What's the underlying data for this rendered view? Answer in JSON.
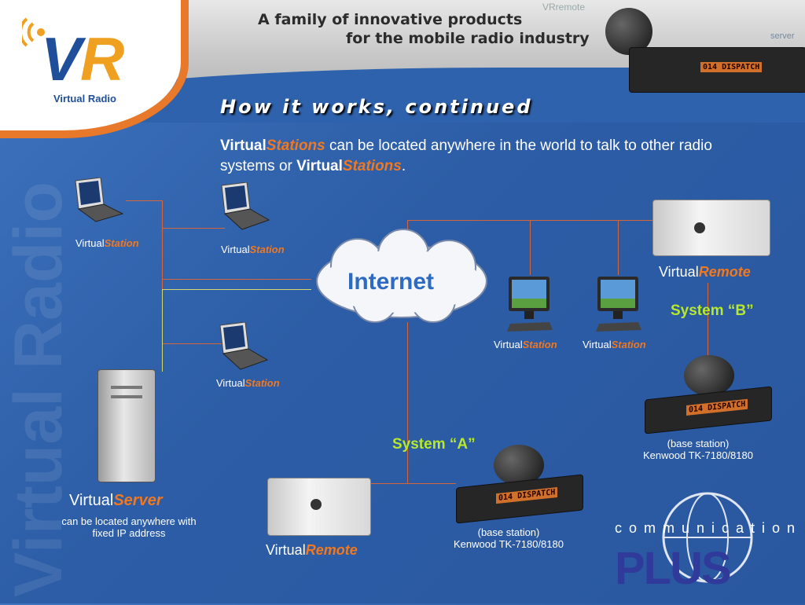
{
  "header": {
    "tagline_line1": "A family of innovative products",
    "tagline_line2": "for the mobile radio industry",
    "corner_label": "VRremote",
    "server_label": "server",
    "logo_letters_v": "V",
    "logo_letters_r": "R",
    "logo_text": "Virtual Radio",
    "radio_display": "014 DISPATCH"
  },
  "sidebar_watermark": "Virtual Radio",
  "page_title": "How it works, continued",
  "intro": {
    "p1_virtual": "Virtual",
    "p1_stations": "Stations",
    "p1_rest": " can be located anywhere in the world to talk to other radio systems or ",
    "p2_virtual": "Virtual",
    "p2_stations": "Stations",
    "p2_end": "."
  },
  "network": {
    "cloud_label": "Internet",
    "station_virtual": "Virtual",
    "station_word": "Station",
    "remote_word": "Remote",
    "server_word": "Server",
    "server_note_l1": "can be located anywhere with",
    "server_note_l2": "fixed IP address",
    "system_a": "System “A”",
    "system_b": "System “B”",
    "base_station": "(base station)",
    "radio_model": "Kenwood TK-7180/8180",
    "radio_display": "014 DISPATCH"
  },
  "footer_logo": {
    "top_text": "communication",
    "bottom_text": "PLUS"
  },
  "colors": {
    "background": "#2f62ac",
    "accent_orange": "#f07820",
    "system_green": "#b8e82a",
    "logo_blue": "#1f4e9b"
  }
}
